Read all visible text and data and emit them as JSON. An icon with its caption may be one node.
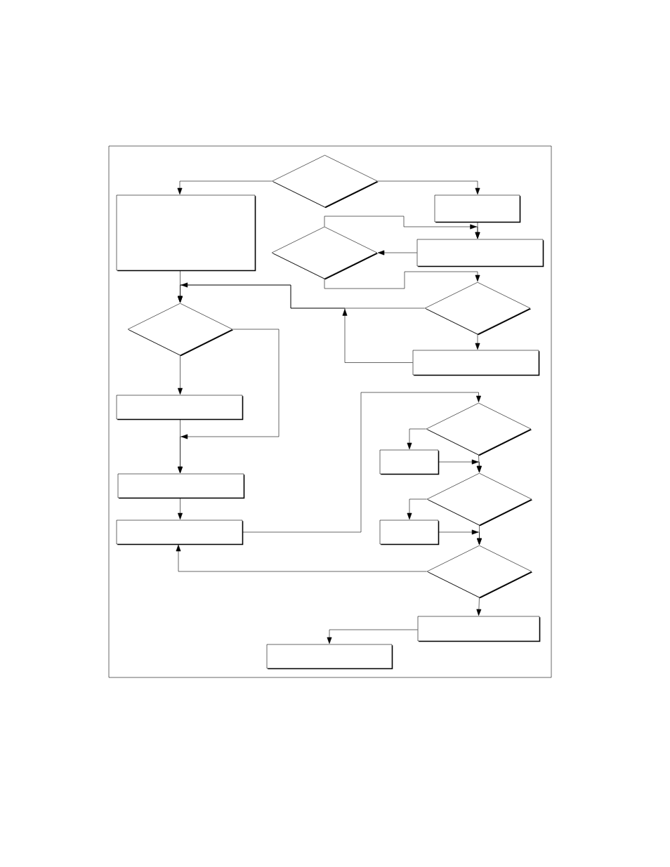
{
  "diagram": {
    "nodes": [
      {
        "text": [],
        "shape": "diamond"
      },
      {
        "text": [],
        "shape": "box"
      },
      {
        "text": [],
        "shape": "box"
      },
      {
        "text": [],
        "shape": "diamond"
      },
      {
        "text": [],
        "shape": "box"
      },
      {
        "text": [],
        "shape": "diamond"
      },
      {
        "text": [],
        "shape": "diamond"
      },
      {
        "text": [],
        "shape": "box"
      },
      {
        "text": [],
        "shape": "box"
      },
      {
        "text": [],
        "shape": "diamond"
      },
      {
        "text": [],
        "shape": "box"
      },
      {
        "text": [],
        "shape": "box"
      },
      {
        "text": [],
        "shape": "diamond"
      },
      {
        "text": [],
        "shape": "box"
      },
      {
        "text": [],
        "shape": "box"
      },
      {
        "text": [],
        "shape": "diamond"
      },
      {
        "text": [],
        "shape": "box"
      },
      {
        "text": [],
        "shape": "box"
      }
    ],
    "edges": [
      {
        "from": 0,
        "to": 1,
        "arrow": "to"
      },
      {
        "from": 0,
        "to": 2,
        "arrow": "to"
      },
      {
        "from": 2,
        "to": 4,
        "arrow": "to"
      },
      {
        "from": 3,
        "to": 4,
        "arrow": "to"
      },
      {
        "from": 4,
        "to": 3,
        "arrow": "to"
      },
      {
        "from": 3,
        "to": 5,
        "arrow": "to"
      },
      {
        "from": 5,
        "to": 6,
        "arrow": "to"
      },
      {
        "from": 1,
        "to": 6,
        "arrow": "to"
      },
      {
        "from": 5,
        "to": 7,
        "arrow": "to"
      },
      {
        "from": 7,
        "to": 6,
        "arrow": "to"
      },
      {
        "from": 6,
        "to": 8,
        "arrow": "to"
      },
      {
        "from": 6,
        "to": 11,
        "arrow": "to"
      },
      {
        "from": 8,
        "to": 11,
        "arrow": "to"
      },
      {
        "from": 11,
        "to": 14,
        "arrow": "to"
      },
      {
        "from": 14,
        "to": 9,
        "arrow": "to"
      },
      {
        "from": 9,
        "to": 10,
        "arrow": "to"
      },
      {
        "from": 10,
        "to": 12,
        "arrow": "to"
      },
      {
        "from": 9,
        "to": 12,
        "arrow": "to"
      },
      {
        "from": 12,
        "to": 13,
        "arrow": "to"
      },
      {
        "from": 13,
        "to": 15,
        "arrow": "to"
      },
      {
        "from": 12,
        "to": 15,
        "arrow": "to"
      },
      {
        "from": 15,
        "to": 14,
        "arrow": "to"
      },
      {
        "from": 15,
        "to": 16,
        "arrow": "to"
      },
      {
        "from": 16,
        "to": 17,
        "arrow": "to"
      }
    ]
  }
}
